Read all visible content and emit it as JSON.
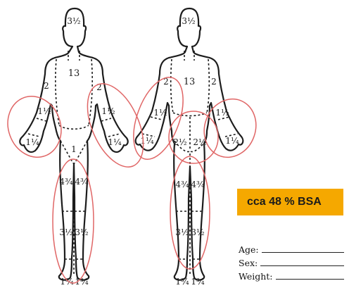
{
  "front_figure": {
    "labels": {
      "head": "3½",
      "trunk": "13",
      "upper_arm_left": "2",
      "upper_arm_right": "2",
      "forearm_left": "1½",
      "forearm_right": "1½",
      "hand_left": "1¼",
      "hand_right": "1¼",
      "genitalia": "1",
      "thigh_left": "4¾",
      "thigh_right": "4¾",
      "leg_left": "3½",
      "leg_right": "3½",
      "foot_left": "1¾",
      "foot_right": "1¾"
    }
  },
  "back_figure": {
    "labels": {
      "head": "3½",
      "trunk": "13",
      "upper_arm_left": "2",
      "upper_arm_right": "2",
      "forearm_left": "1½",
      "forearm_right": "1½",
      "hand_left": "1¼",
      "hand_right": "1¼",
      "buttock_left": "2½",
      "buttock_right": "2½",
      "thigh_left": "4¾",
      "thigh_right": "4¾",
      "leg_left": "3½",
      "leg_right": "3½",
      "foot_left": "1¾",
      "foot_right": "1¾"
    }
  },
  "bsa_box": {
    "text": "cca 48 % BSA",
    "color": "#f5a800"
  },
  "highlight_color": "#e06666",
  "form": {
    "age_label": "Age:",
    "sex_label": "Sex:",
    "weight_label": "Weight:"
  }
}
